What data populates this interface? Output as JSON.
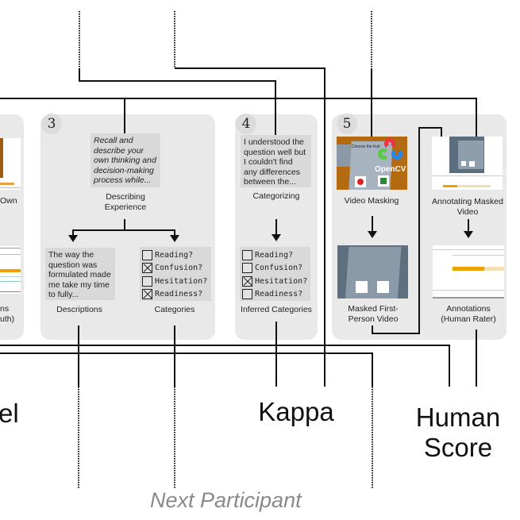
{
  "panels": {
    "partial_left": {
      "caption_top": "Own",
      "caption_bottom_line1": "ns",
      "caption_bottom_line2": "uth)"
    },
    "step3": {
      "number": "3",
      "prompt": "Recall and describe your own thinking and decision-making process while...",
      "prompt_caption": "Describing Experience",
      "description_text": "The way the question was formulated made me take my time to fully...",
      "description_caption": "Descriptions",
      "categories_caption": "Categories",
      "categories": [
        {
          "label": "Reading?",
          "checked": false
        },
        {
          "label": "Confusion?",
          "checked": true
        },
        {
          "label": "Hesitation?",
          "checked": false
        },
        {
          "label": "Readiness?",
          "checked": true
        }
      ]
    },
    "step4": {
      "number": "4",
      "response_text": "I understood the question well but I couldn't find any differences between the...",
      "response_caption": "Categorizing",
      "inferred_caption": "Inferred Categories",
      "categories": [
        {
          "label": "Reading?",
          "checked": false
        },
        {
          "label": "Confusion?",
          "checked": false
        },
        {
          "label": "Hesitation?",
          "checked": true
        },
        {
          "label": "Readiness?",
          "checked": false
        }
      ]
    },
    "step5": {
      "number": "5",
      "video_masking_caption": "Video Masking",
      "video_masking_overlay": "Choose the fruit",
      "opencv_label": "OpenCV",
      "masked_video_caption": "Masked First-Person Video",
      "annotating_caption": "Annotating Masked Video",
      "annotations_caption": "Annotations (Human Rater)"
    }
  },
  "outputs": {
    "left_partial": "el",
    "kappa": "Kappa",
    "human_score": "Human Score"
  },
  "footer": {
    "next_participant": "Next Participant"
  },
  "colors": {
    "panel_bg": "#e9e9e9",
    "quote_bg": "#d9d9d9",
    "line": "#111111",
    "next_text": "#8a8a8a",
    "annotation_bar": "#f0a000"
  }
}
